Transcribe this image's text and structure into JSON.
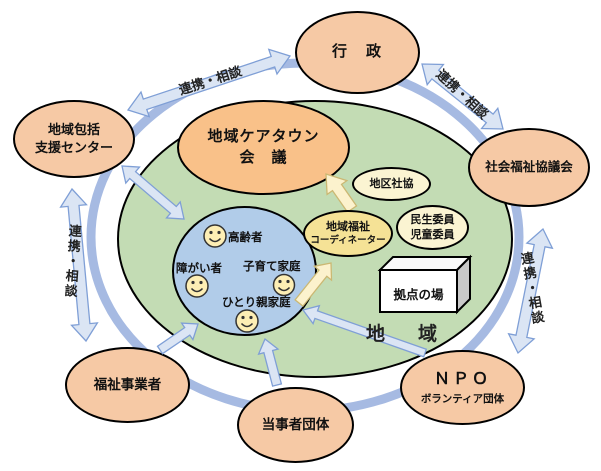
{
  "link_label": "連携・相談",
  "outer_nodes": {
    "government": "行　政",
    "houkatsu_line1": "地域包括",
    "houkatsu_line2": "支援センター",
    "council": "社会福祉協議会",
    "welfare_provider": "福祉事業者",
    "party_group": "当事者団体",
    "npo": "ＮＰＯ",
    "npo_sub": "ボランティア団体"
  },
  "inner_nodes": {
    "caretown_line1": "地域ケアタウン",
    "caretown_line2": "会　議",
    "district_council": "地区社協",
    "minsei_line1": "民生委員",
    "minsei_line2": "児童委員",
    "coordinator_line1": "地域福祉",
    "coordinator_line2": "コーディネーター",
    "base_place": "拠点の場",
    "region": "地　域"
  },
  "people": {
    "elderly": "高齢者",
    "disabled": "障がい者",
    "childcare": "子育て家庭",
    "single_parent": "ひとり親家庭"
  },
  "colors": {
    "peach": "#f6c9a5",
    "orange": "#f9c189",
    "green": "#c3dcb4",
    "blue_circle": "#b1cce9",
    "yellow_pale": "#fbf4d2",
    "yellow_deep": "#f5e296",
    "ring": "#a6bae2",
    "arrow_fill": "#dbe5f4",
    "arrow_stroke": "#7f9fd6",
    "cream_fill": "#fcf2cd",
    "cream_stroke": "#cbb873",
    "face_fill": "#fdeeb4"
  }
}
